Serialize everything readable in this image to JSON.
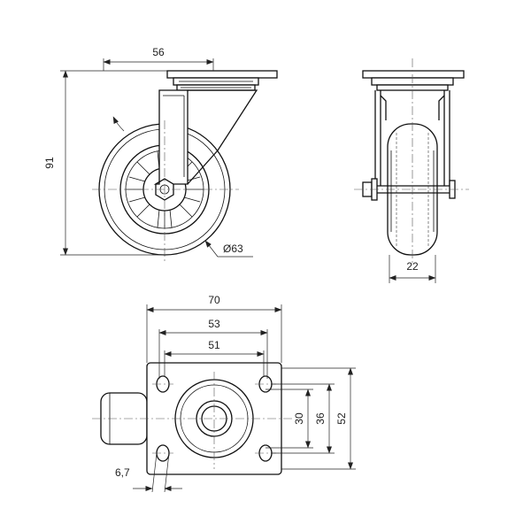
{
  "drawing": {
    "title": "",
    "views": [
      "side-view",
      "front-view",
      "top-view"
    ]
  },
  "dimensions": {
    "mount_height_offset": "56",
    "total_height": "91",
    "wheel_diameter": "Ø63",
    "wheel_width": "22",
    "plate_length": "70",
    "hole_spacing_outer": "53",
    "hole_spacing_inner": "51",
    "hole_slot": "6,7",
    "hole_spacing_v_inner": "30",
    "hole_spacing_v_outer": "36",
    "plate_width": "52"
  },
  "colors": {
    "line": "#111111",
    "background": "#ffffff"
  }
}
